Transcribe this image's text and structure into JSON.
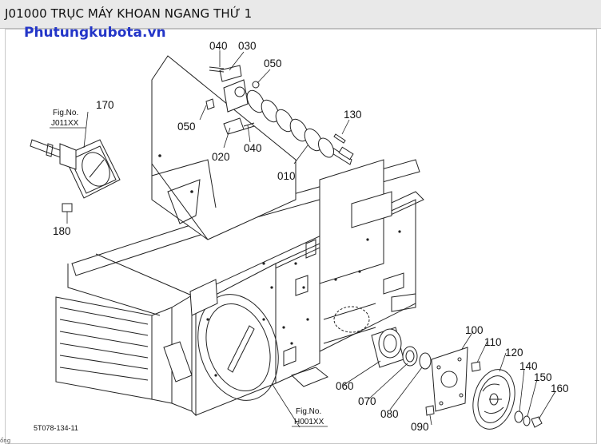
{
  "header": {
    "title": "J01000 TRỤC MÁY KHOAN NGANG THỨ 1"
  },
  "watermark": "Phutungkubota.vn",
  "figure_code": "5T078-134-11",
  "fig_refs": {
    "j011": {
      "label": "Fig.No.",
      "value": "J011XX"
    },
    "h001": {
      "label": "Fig.No.",
      "value": "H001XX"
    }
  },
  "parts": {
    "p010": "010",
    "p020": "020",
    "p030": "030",
    "p040a": "040",
    "p040b": "040",
    "p050a": "050",
    "p050b": "050",
    "p060": "060",
    "p070": "070",
    "p080": "080",
    "p090": "090",
    "p100": "100",
    "p110": "110",
    "p120": "120",
    "p130": "130",
    "p140": "140",
    "p150": "150",
    "p160": "160",
    "p170": "170",
    "p180": "180"
  },
  "corner_note": "ổng"
}
